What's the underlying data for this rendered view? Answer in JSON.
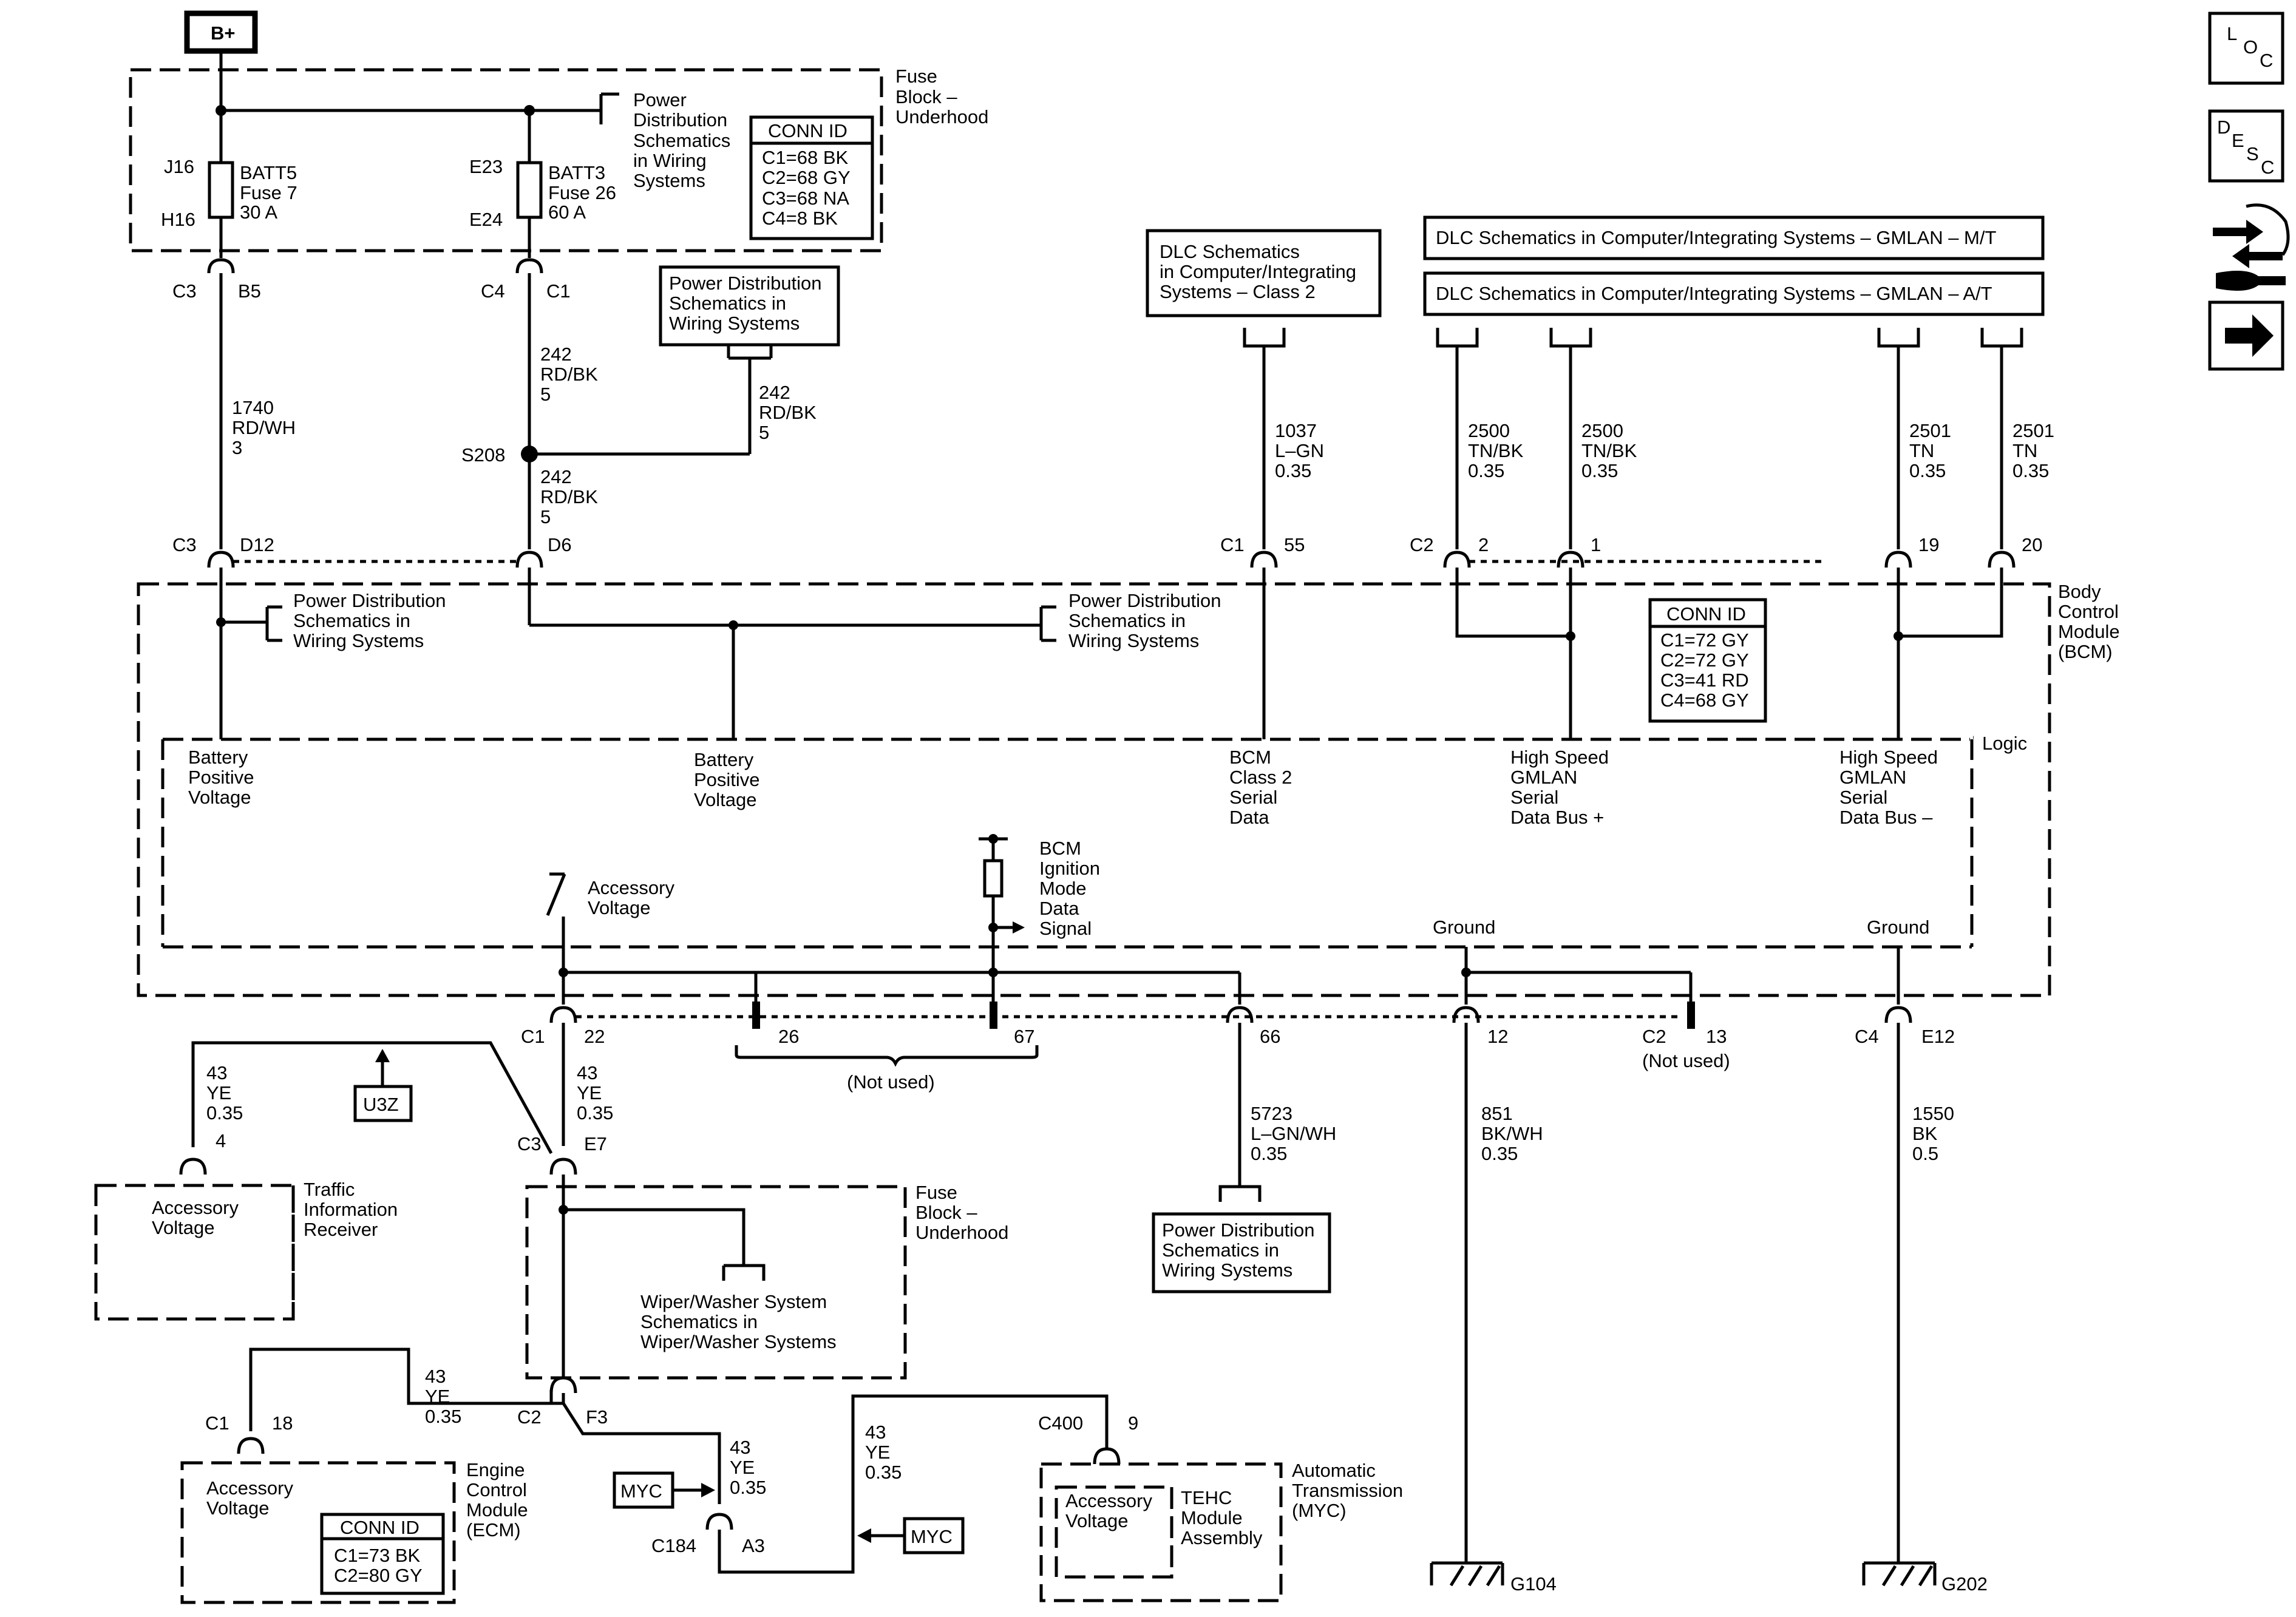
{
  "side_icons": {
    "loc": [
      "L",
      "O",
      "C"
    ],
    "desc": [
      "D",
      "E",
      "S",
      "C"
    ]
  },
  "battery": "B+",
  "fuse_block_top": {
    "label": [
      "Fuse",
      "Block –",
      "Underhood"
    ],
    "j16": "J16",
    "h16": "H16",
    "batt5": [
      "BATT5",
      "Fuse 7",
      "30 A"
    ],
    "e23": "E23",
    "e24": "E24",
    "batt3": [
      "BATT3",
      "Fuse 26",
      "60 A"
    ],
    "power_ref": [
      "Power",
      "Distribution",
      "Schematics",
      "in Wiring",
      "Systems"
    ],
    "conn_title": "CONN ID",
    "conn_rows": [
      "C1=68 BK",
      "C2=68 GY",
      "C3=68 NA",
      "C4=8 BK"
    ]
  },
  "connectors_top": {
    "c3": "C3",
    "b5": "B5",
    "c4": "C4",
    "c1": "C1"
  },
  "wires": {
    "w1740": [
      "1740",
      "RD/WH",
      "3"
    ],
    "w242a": [
      "242",
      "RD/BK",
      "5"
    ],
    "w242b": [
      "242",
      "RD/BK",
      "5"
    ],
    "w242c": [
      "242",
      "RD/BK",
      "5"
    ],
    "splice": "S208",
    "w1037": [
      "1037",
      "L–GN",
      "0.35"
    ],
    "w2500a": [
      "2500",
      "TN/BK",
      "0.35"
    ],
    "w2500b": [
      "2500",
      "TN/BK",
      "0.35"
    ],
    "w2501a": [
      "2501",
      "TN",
      "0.35"
    ],
    "w2501b": [
      "2501",
      "TN",
      "0.35"
    ]
  },
  "power_ref_mid": [
    "Power Distribution",
    "Schematics in",
    "Wiring Systems"
  ],
  "dlc_class2": [
    "DLC Schematics",
    "in Computer/Integrating",
    "Systems – Class 2"
  ],
  "dlc_mt": "DLC Schematics in Computer/Integrating Systems – GMLAN – M/T",
  "dlc_at": "DLC Schematics in Computer/Integrating Systems – GMLAN – A/T",
  "bcm_pins_top": {
    "c3": "C3",
    "d12": "D12",
    "d6": "D6",
    "c1": "C1",
    "p55": "55",
    "c2": "C2",
    "p2": "2",
    "p1": "1",
    "p19": "19",
    "p20": "20"
  },
  "bcm": {
    "label": [
      "Body",
      "Control",
      "Module",
      "(BCM)"
    ],
    "power_ref_a": [
      "Power Distribution",
      "Schematics in",
      "Wiring Systems"
    ],
    "power_ref_b": [
      "Power Distribution",
      "Schematics in",
      "Wiring Systems"
    ],
    "conn_title": "CONN ID",
    "conn_rows": [
      "C1=72 GY",
      "C2=72 GY",
      "C3=41 RD",
      "C4=68 GY"
    ],
    "logic": "Logic",
    "bpv1": [
      "Battery",
      "Positive",
      "Voltage"
    ],
    "bpv2": [
      "Battery",
      "Positive",
      "Voltage"
    ],
    "class2": [
      "BCM",
      "Class 2",
      "Serial",
      "Data"
    ],
    "hs_plus": [
      "High Speed",
      "GMLAN",
      "Serial",
      "Data Bus +"
    ],
    "hs_minus": [
      "High Speed",
      "GMLAN",
      "Serial",
      "Data Bus –"
    ],
    "acc": [
      "Accessory",
      "Voltage"
    ],
    "ign": [
      "BCM",
      "Ignition",
      "Mode",
      "Data",
      "Signal"
    ],
    "ground1": "Ground",
    "ground2": "Ground"
  },
  "bcm_pins_bottom": {
    "c1": "C1",
    "p22": "22",
    "p26": "26",
    "p67": "67",
    "not_used": "(Not used)",
    "p66": "66",
    "p12": "12",
    "c2": "C2",
    "p13": "13",
    "not_used2": "(Not used)",
    "c4": "C4",
    "e12": "E12"
  },
  "lower": {
    "w43_tir": [
      "43",
      "YE",
      "0.35"
    ],
    "u3z": "U3Z",
    "pin4": "4",
    "tir_acc": [
      "Accessory",
      "Voltage"
    ],
    "tir_label": [
      "Traffic",
      "Information",
      "Receiver"
    ],
    "w43_main": [
      "43",
      "YE",
      "0.35"
    ],
    "c3": "C3",
    "e7": "E7",
    "fuse_block2": [
      "Fuse",
      "Block –",
      "Underhood"
    ],
    "wiper": [
      "Wiper/Washer System",
      "Schematics in",
      "Wiper/Washer Systems"
    ],
    "w5723": [
      "5723",
      "L–GN/WH",
      "0.35"
    ],
    "power_ref_low": [
      "Power Distribution",
      "Schematics in",
      "Wiring Systems"
    ],
    "w851": [
      "851",
      "BK/WH",
      "0.35"
    ],
    "w1550": [
      "1550",
      "BK",
      "0.5"
    ],
    "w43_ecm": [
      "43",
      "YE",
      "0.35"
    ],
    "c1": "C1",
    "p18": "18",
    "c2": "C2",
    "f3": "F3",
    "ecm_acc": [
      "Accessory",
      "Voltage"
    ],
    "ecm_label": [
      "Engine",
      "Control",
      "Module",
      "(ECM)"
    ],
    "ecm_conn_title": "CONN ID",
    "ecm_conn_rows": [
      "C1=73 BK",
      "C2=80 GY"
    ],
    "myc1": "MYC",
    "w43_c184": [
      "43",
      "YE",
      "0.35"
    ],
    "c184": "C184",
    "a3": "A3",
    "w43_tehc": [
      "43",
      "YE",
      "0.35"
    ],
    "myc2": "MYC",
    "c400": "C400",
    "p9": "9",
    "tehc_acc": [
      "Accessory",
      "Voltage"
    ],
    "tehc": [
      "TEHC",
      "Module",
      "Assembly"
    ],
    "at_label": [
      "Automatic",
      "Transmission",
      "(MYC)"
    ],
    "g104": "G104",
    "g202": "G202"
  }
}
